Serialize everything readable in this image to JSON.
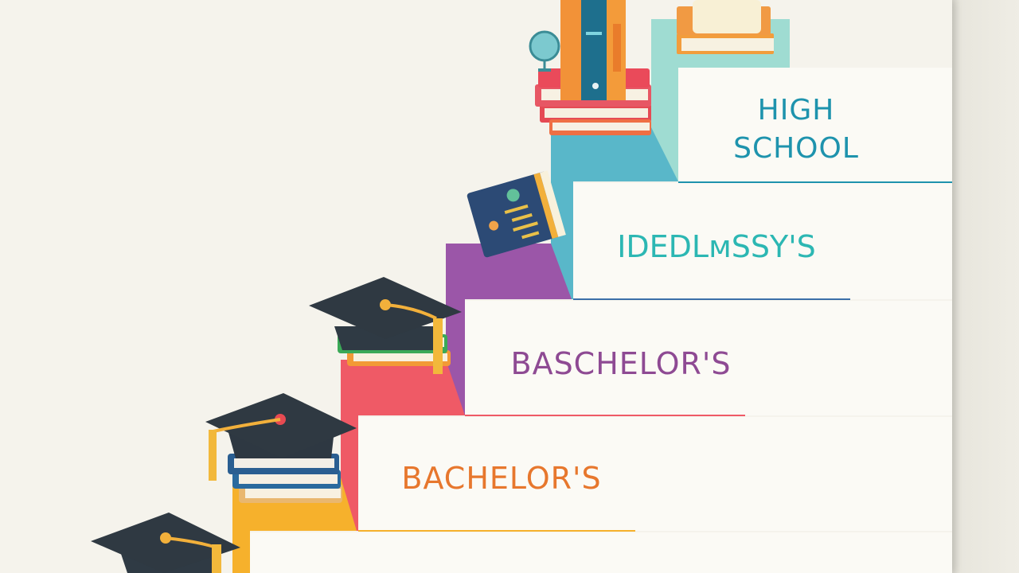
{
  "colors": {
    "background": "#f1efe6",
    "step_face": "#fbfaf5",
    "high_school": "#1e93ad",
    "masters": "#2cb7b3",
    "bachelors_purple": "#8e4a93",
    "bachelors_orange": "#e7772d",
    "riser_teal": "#59b7c9",
    "riser_purple": "#9b56a8",
    "riser_red": "#ef5a66",
    "riser_orange": "#f6b12c"
  },
  "steps": [
    {
      "label": "HIGH\nSCHOOL"
    },
    {
      "label": "IDEDLᴍSSY'S"
    },
    {
      "label": "BASCHELOR'S"
    },
    {
      "label": "BACHELOR'S"
    }
  ],
  "decor": [
    "graduation-cap-icon",
    "book-stack-icon",
    "notebook-icon",
    "globe-icon"
  ]
}
